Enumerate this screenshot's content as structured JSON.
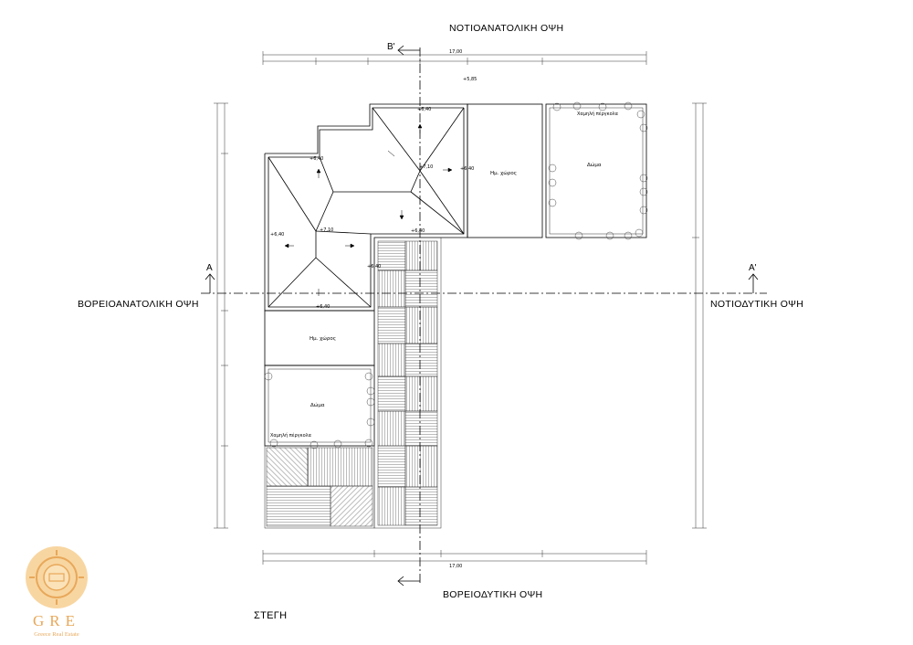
{
  "views": {
    "top": "ΝΟΤΙΟΑΝΑΤΟΛΙΚΗ ΟΨΗ",
    "bottom": "ΒΟΡΕΙΟΔΥΤΙΚΗ ΟΨΗ",
    "left": "ΒΟΡΕΙΟΑΝΑΤΟΛΙΚΗ ΟΨΗ",
    "right": "ΝΟΤΙΟΔΥΤΙΚΗ ΟΨΗ"
  },
  "sections": {
    "b_top": "B'",
    "a_left": "A",
    "a_right": "A'"
  },
  "drawing_title": "ΣΤΕΓΗ",
  "rooms": {
    "upper_semi": "Ημ. χώρος",
    "upper_terrace": "Δώμα",
    "upper_pergola": "Χαμηλή πέργκολα",
    "lower_semi": "Ημ. χώρος",
    "lower_terrace": "Δώμα",
    "lower_pergola": "Χαμηλή πέργκολα"
  },
  "levels": {
    "l1": "+5,85",
    "l2": "+6,40",
    "l3": "+6,40",
    "l4": "+7,10",
    "l5": "+6,40",
    "l6": "+6,40",
    "l7": "+7,10",
    "l8": "+6,40",
    "l9": "+6,40",
    "l10": "+6,40"
  },
  "dims": {
    "total_top": "17,00",
    "total_bottom": "17,00"
  },
  "logo": {
    "letters": "GRE",
    "subtitle": "Greece Real Estate",
    "color": "#e8a85a"
  }
}
